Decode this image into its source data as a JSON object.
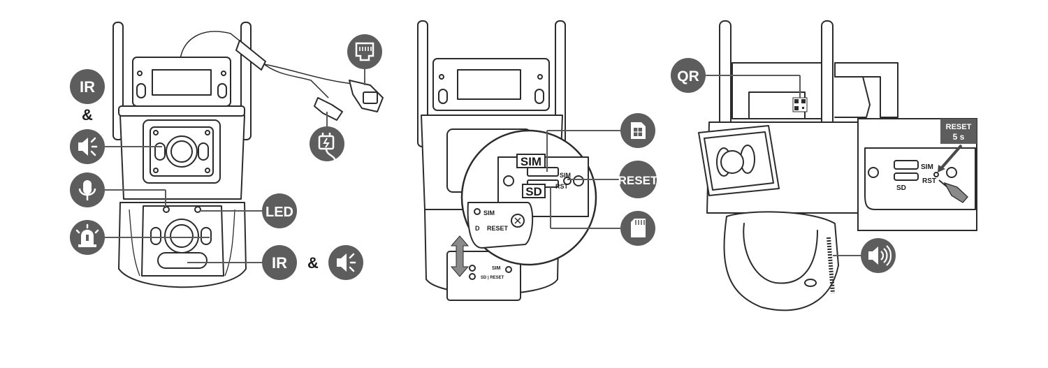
{
  "labels": {
    "ir_top": "IR",
    "ampersand_top": "&",
    "led": "LED",
    "ir_bottom": "IR",
    "ampersand_bottom": "&",
    "sim_callout": "SIM",
    "sd_callout": "SD",
    "sim_small": "SIM",
    "rst_small": "RST",
    "sim_cover": "SIM",
    "reset_cover": "RESET",
    "d_cover": "D",
    "sd_reset_bottom": "SD | RESET",
    "sim_bottom": "SIM",
    "reset_badge": "RESET",
    "qr": "QR",
    "reset_inset_line1": "RESET",
    "reset_inset_line2": "5 s",
    "sim_inset": "SIM",
    "sd_inset": "SD",
    "rst_inset": "RST"
  },
  "icons": {
    "speaker": "speaker-icon",
    "microphone": "microphone-icon",
    "alarm": "alarm-light-icon",
    "ethernet": "ethernet-port-icon",
    "power": "power-plug-icon",
    "sim_card": "sim-card-icon",
    "sd_card": "sd-card-icon",
    "loudspeaker": "loudspeaker-icon"
  },
  "colors": {
    "badge": "#5d5d5d",
    "line": "#2b2b2b",
    "inset_header": "#5d5d5d"
  }
}
